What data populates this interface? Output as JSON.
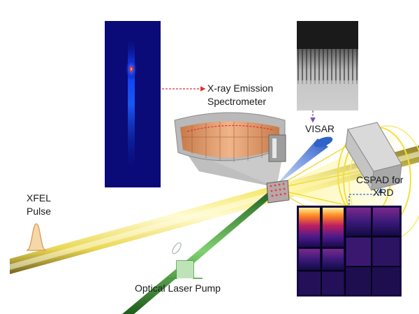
{
  "labels": {
    "xes_line1": "X-ray Emission",
    "xes_line2": "Spectrometer",
    "visar": "VISAR",
    "xfel_line1": "XFEL",
    "xfel_line2": "Pulse",
    "cspad_line1": "CSPAD for",
    "cspad_line2": "XRD",
    "laser": "Optical Laser Pump"
  },
  "colors": {
    "xfel_beam": "#f2e25a",
    "laser_beam": "#3f9a3a",
    "xrd_cone": "#fff28a",
    "spectrometer_crystal": "#e3996a",
    "visar_cone": "#3b6fc2",
    "arrow_red": "#e53030",
    "arrow_blue": "#3a6fd0",
    "arrow_purple": "#7e4fb0",
    "laser_pulse_fill": "#bfe3b8"
  },
  "icons": {
    "xfel_pulse": "gaussian-pulse-icon",
    "laser_pulse": "square-pulse-icon"
  }
}
